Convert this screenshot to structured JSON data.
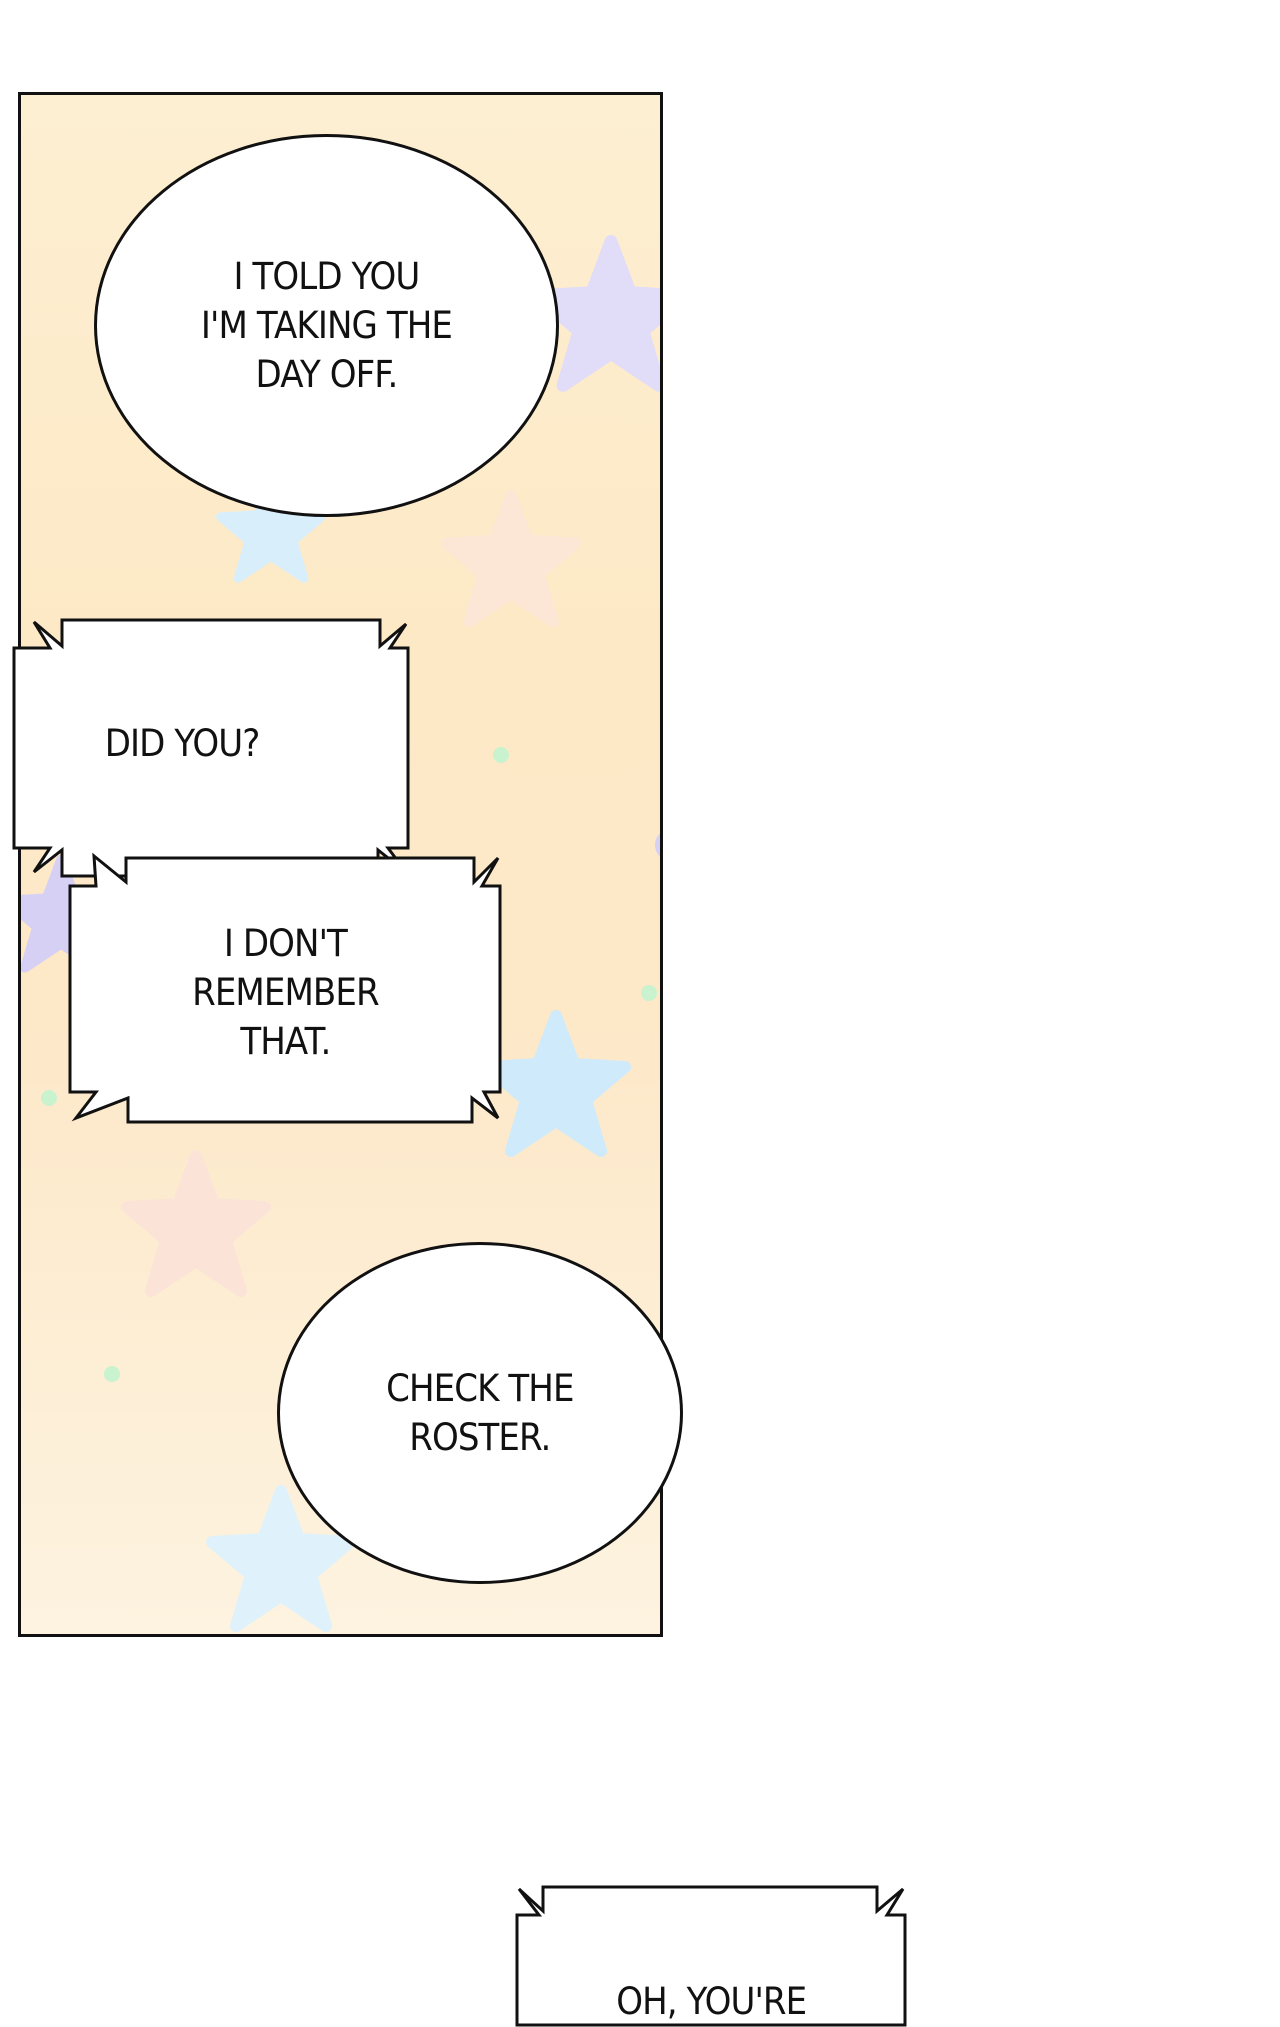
{
  "page": {
    "background": "#ffffff"
  },
  "panel": {
    "background_color": "#fde9c6",
    "border_color": "#111111",
    "decor": [
      "star-lavender",
      "star-lightblue",
      "star-peach",
      "star-lavender-small",
      "star-lightblue-large",
      "star-peach-faint",
      "star-lightblue-bottom",
      "dot-green"
    ]
  },
  "bubbles": [
    {
      "shape": "oval",
      "text": "I TOLD YOU\nI'M TAKING THE\nDAY OFF."
    },
    {
      "shape": "jagged-box",
      "text": "DID YOU?"
    },
    {
      "shape": "jagged-box",
      "text": "I DON'T\nREMEMBER\nTHAT."
    },
    {
      "shape": "oval",
      "text": "CHECK THE\nROSTER."
    },
    {
      "shape": "jagged-box",
      "text": "OH, YOU'RE"
    }
  ]
}
